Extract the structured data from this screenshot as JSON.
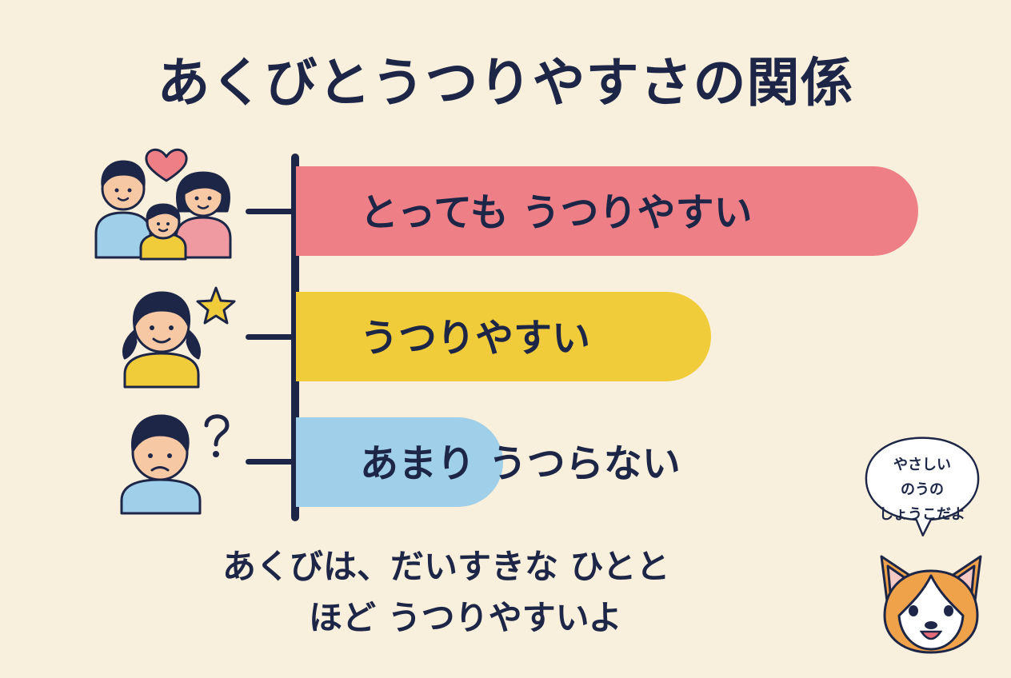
{
  "title": "あくびとうつりやすさの関係",
  "chart_data": {
    "type": "bar",
    "orientation": "horizontal",
    "categories": [
      "とっても うつりやすい",
      "うつりやすい",
      "あまり うつらない"
    ],
    "values": [
      3,
      2,
      1
    ],
    "colors": [
      "#ee7f86",
      "#f1cc3a",
      "#9fcfe9"
    ],
    "label_colors": [
      "#1d2647",
      "#1d2647",
      "#1d2647"
    ]
  },
  "icons": {
    "family": "family-with-heart-icon",
    "girl": "girl-with-star-icon",
    "stranger": "person-with-question-icon",
    "dog": "corgi-icon",
    "heart": "heart-icon",
    "star": "star-icon",
    "question": "question-mark-icon"
  },
  "note": {
    "line1": "あくびは、だいすきな ひとと",
    "line2": "ほど うつりやすいよ"
  },
  "speech": {
    "line1": "やさしい",
    "line2": "のうの",
    "line3": "しょうこだよ"
  }
}
